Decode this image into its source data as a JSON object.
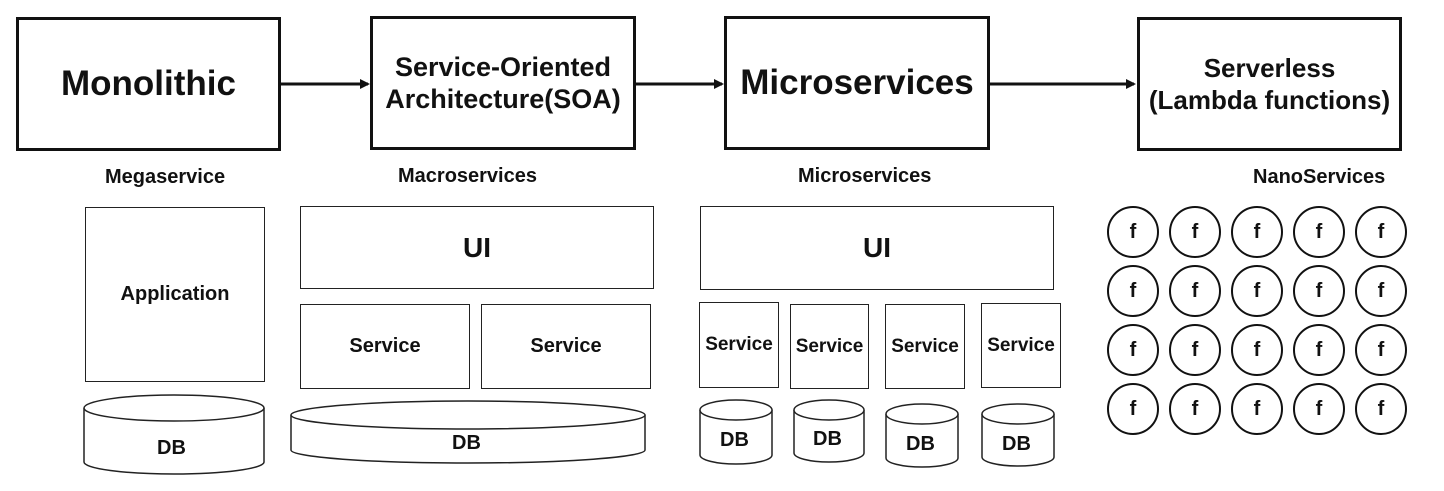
{
  "stages": [
    {
      "title": "Monolithic"
    },
    {
      "title_line1": "Service-Oriented",
      "title_line2": "Architecture(SOA)"
    },
    {
      "title": "Microservices"
    },
    {
      "title_line1": "Serverless",
      "title_line2": "(Lambda functions)"
    }
  ],
  "columns": {
    "megaservice": {
      "label": "Megaservice",
      "application": "Application",
      "db": "DB"
    },
    "macroservices": {
      "label": "Macroservices",
      "ui": "UI",
      "service": "Service",
      "db": "DB"
    },
    "microservices": {
      "label": "Microservices",
      "ui": "UI",
      "service": "Service",
      "db": "DB"
    },
    "nanoservices": {
      "label": "NanoServices",
      "function": "f",
      "rows": 4,
      "cols": 5
    }
  }
}
